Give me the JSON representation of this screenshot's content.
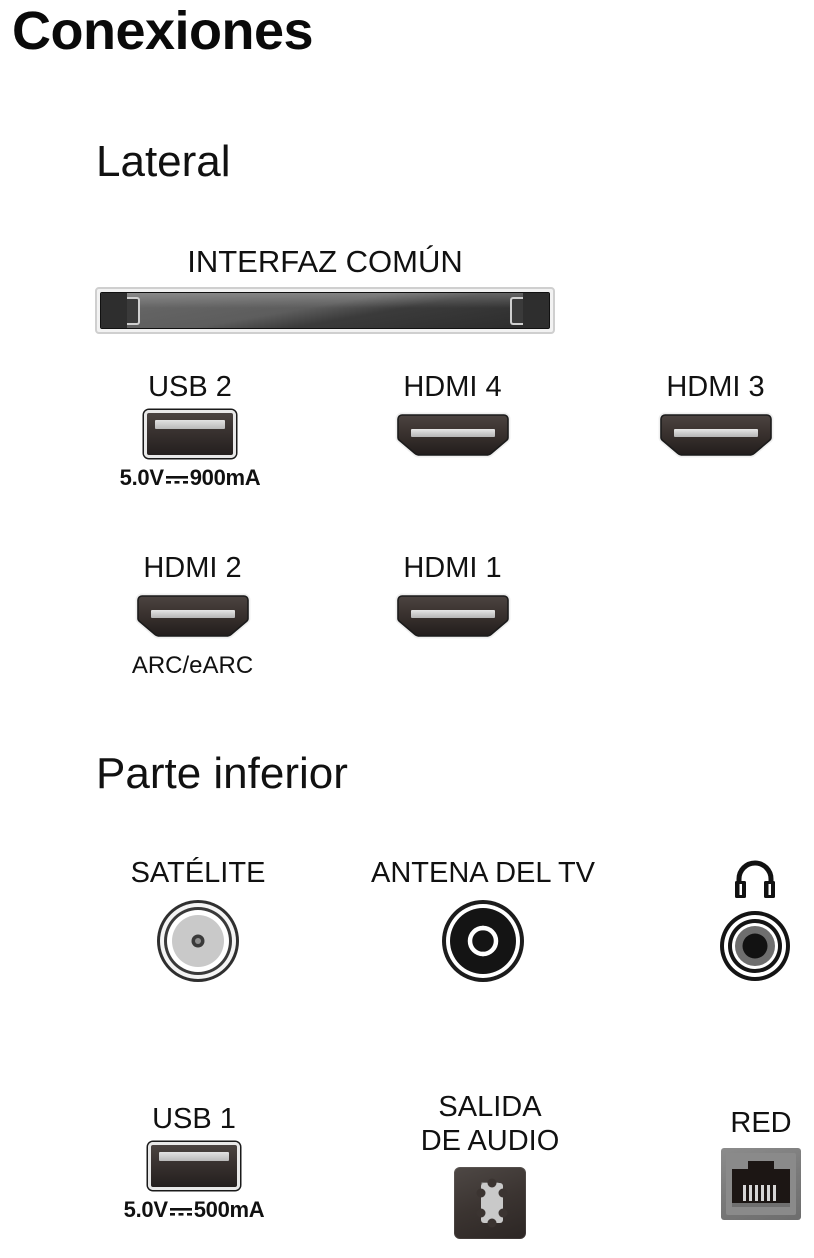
{
  "page": {
    "title": "Conexiones"
  },
  "sections": [
    {
      "id": "lateral",
      "title": "Lateral"
    },
    {
      "id": "bottom",
      "title": "Parte inferior"
    }
  ],
  "lateral": {
    "ci": {
      "label": "INTERFAZ COMÚN",
      "icon": "common-interface-slot-icon"
    },
    "ports": [
      {
        "label": "USB 2",
        "sub": "5.0V⎓900mA",
        "sub_text": "5.0V",
        "sub_rating": "900mA",
        "icon": "usb-port-icon"
      },
      {
        "label": "HDMI 4",
        "sub": "",
        "icon": "hdmi-port-icon"
      },
      {
        "label": "HDMI 3",
        "sub": "",
        "icon": "hdmi-port-icon"
      },
      {
        "label": "HDMI 2",
        "sub": "ARC/eARC",
        "icon": "hdmi-port-icon"
      },
      {
        "label": "HDMI 1",
        "sub": "",
        "icon": "hdmi-port-icon"
      }
    ]
  },
  "bottom": {
    "ports": [
      {
        "label": "SATÉLITE",
        "sub": "",
        "icon": "satellite-f-connector-icon"
      },
      {
        "label": "ANTENA DEL TV",
        "sub": "",
        "icon": "tv-antenna-coax-connector-icon"
      },
      {
        "label": "",
        "sub": "",
        "icon": "headphone-jack-icon"
      },
      {
        "label": "USB 1",
        "sub": "5.0V⎓500mA",
        "sub_text": "5.0V",
        "sub_rating": "500mA",
        "icon": "usb-port-icon"
      },
      {
        "label_line1": "SALIDA",
        "label_line2": "DE AUDIO",
        "icon": "optical-audio-out-icon"
      },
      {
        "label": "RED",
        "sub": "",
        "icon": "ethernet-rj45-icon"
      }
    ]
  },
  "colors": {
    "background": "#ffffff",
    "text": "#111111",
    "port_dark": "#2b2421",
    "port_bar_light": "#d9d9d9",
    "port_outline": "#e8e8e8",
    "metal_gray": "#7a7a7a"
  }
}
